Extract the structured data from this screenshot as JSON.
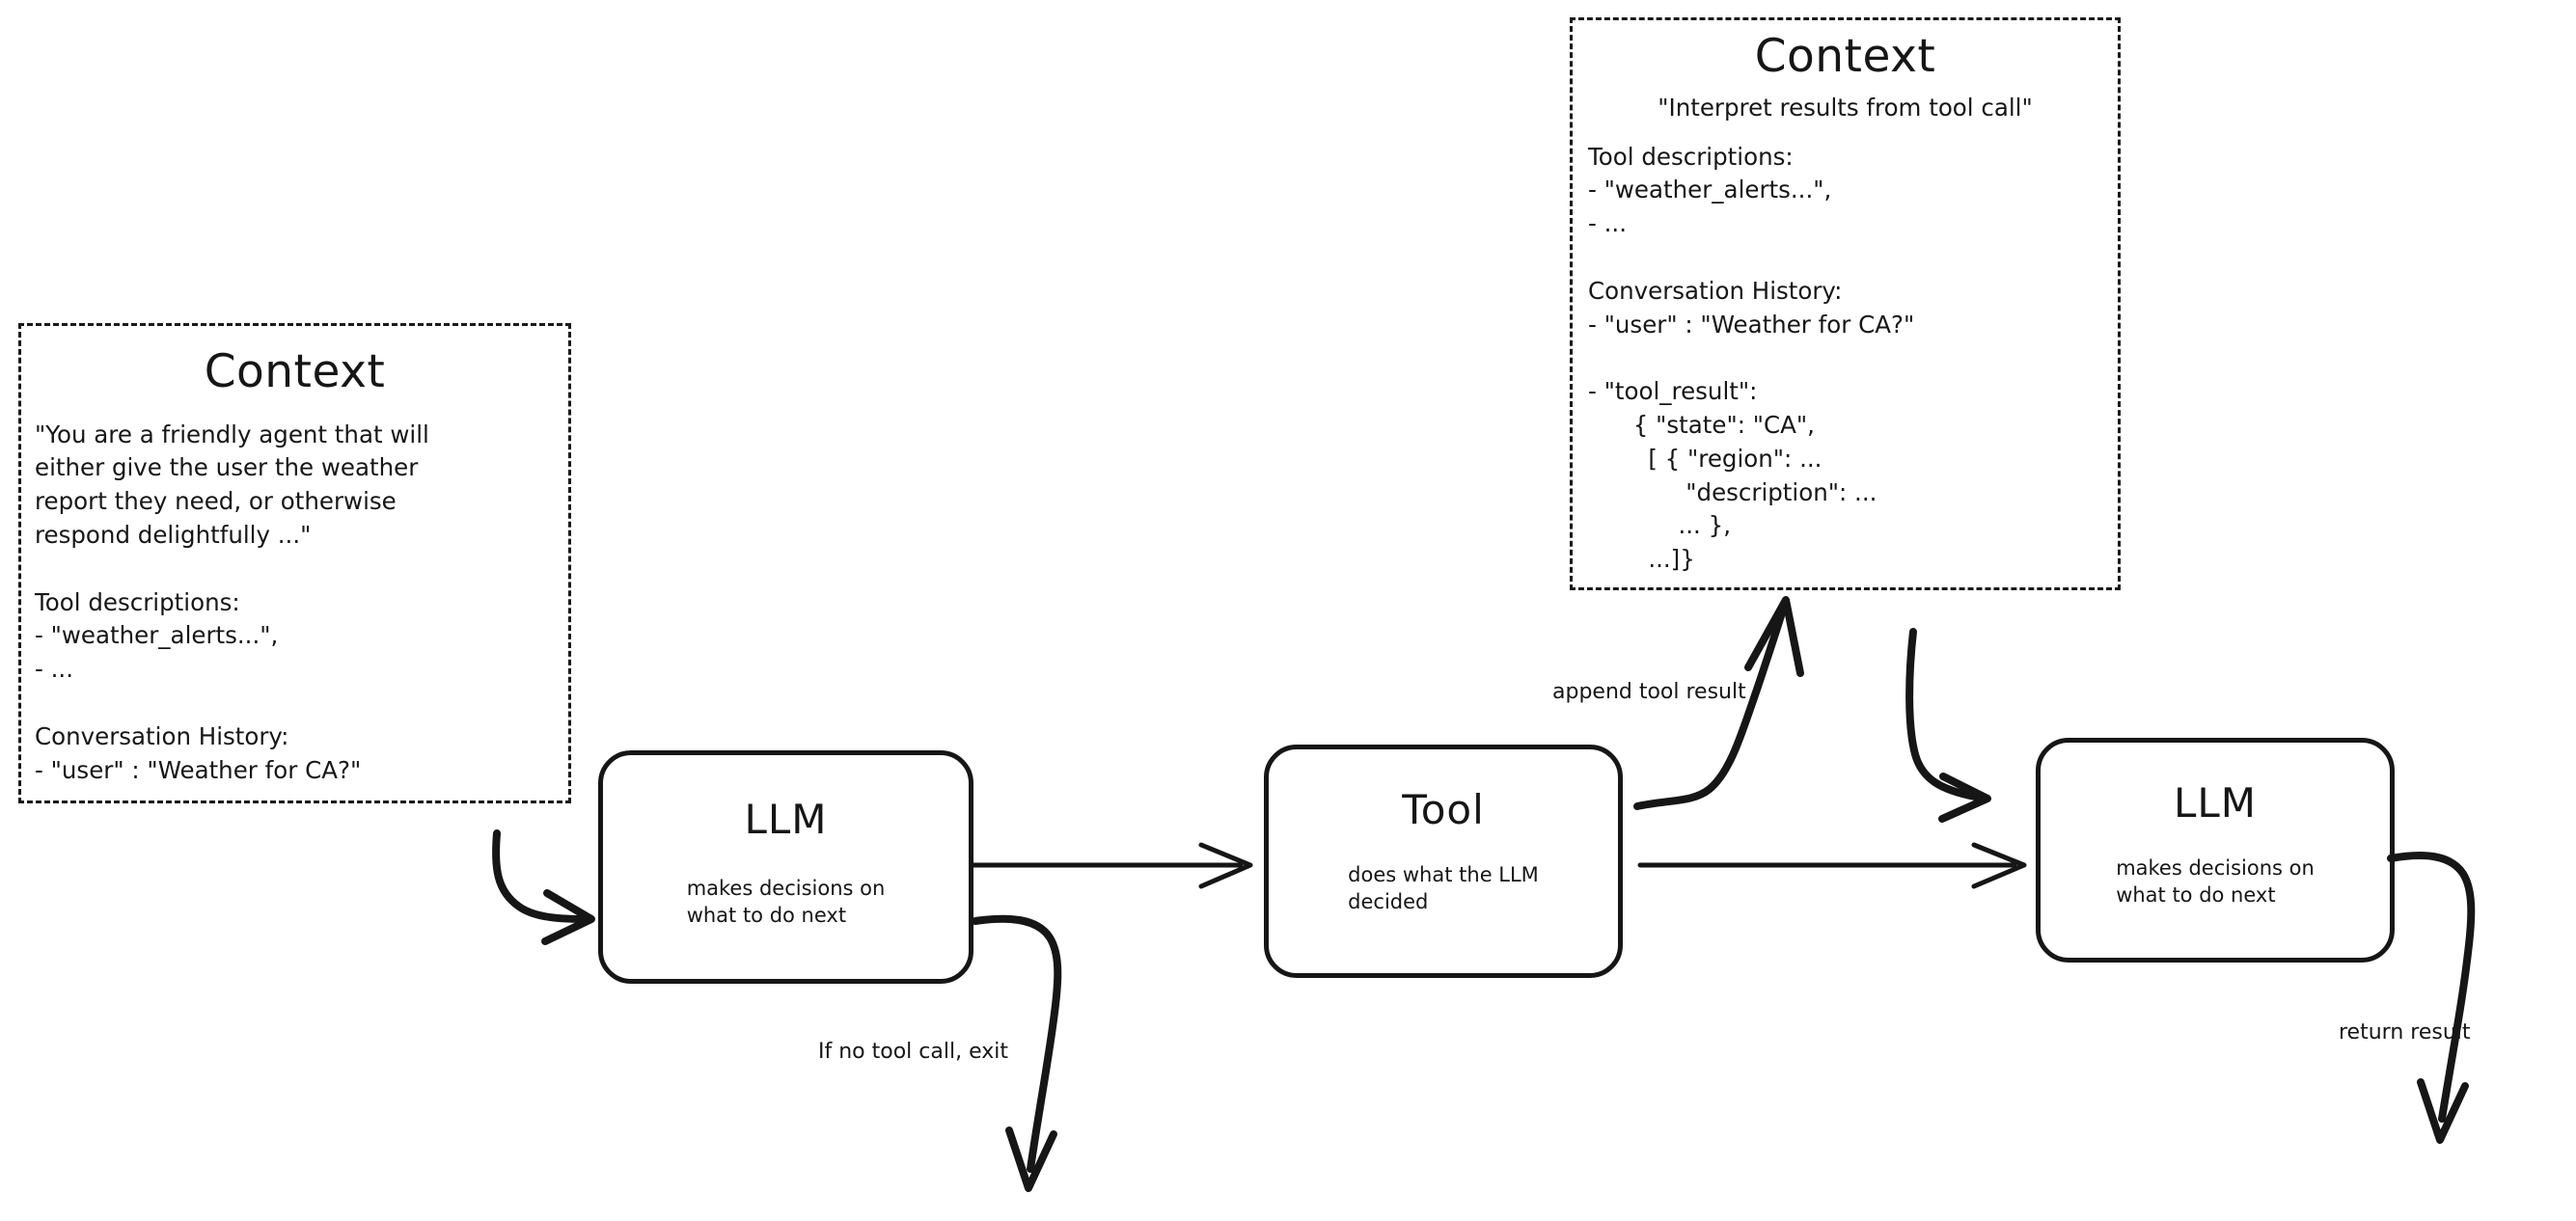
{
  "diagram": {
    "title": "Agent loop: LLM, Tool, Context",
    "ink_color": "#161616",
    "background": "#ffffff"
  },
  "context_left": {
    "title": "Context",
    "body": "\"You are a friendly agent that will\neither give the user the weather\nreport they need, or otherwise\nrespond delightfully ...\"\n\nTool descriptions:\n- \"weather_alerts...\",\n- ...\n\nConversation History:\n- \"user\" : \"Weather for CA?\""
  },
  "context_right": {
    "title": "Context",
    "quote": "\"Interpret results from tool call\"",
    "body": "Tool descriptions:\n- \"weather_alerts...\",\n- ...\n\nConversation History:\n- \"user\" : \"Weather for CA?\"\n\n- \"tool_result\":\n      { \"state\": \"CA\",\n        [ { \"region\": ...\n             \"description\": ...\n            ... },\n        ...]}"
  },
  "nodes": [
    {
      "id": "llm-1",
      "title": "LLM",
      "subtitle": "makes decisions on\nwhat to do next"
    },
    {
      "id": "tool",
      "title": "Tool",
      "subtitle": "does what the LLM\ndecided"
    },
    {
      "id": "llm-2",
      "title": "LLM",
      "subtitle": "makes decisions on\nwhat to do next"
    }
  ],
  "edge_labels": {
    "append_tool_result": "append tool result",
    "exit": "If no tool call, exit",
    "return_result": "return result"
  }
}
